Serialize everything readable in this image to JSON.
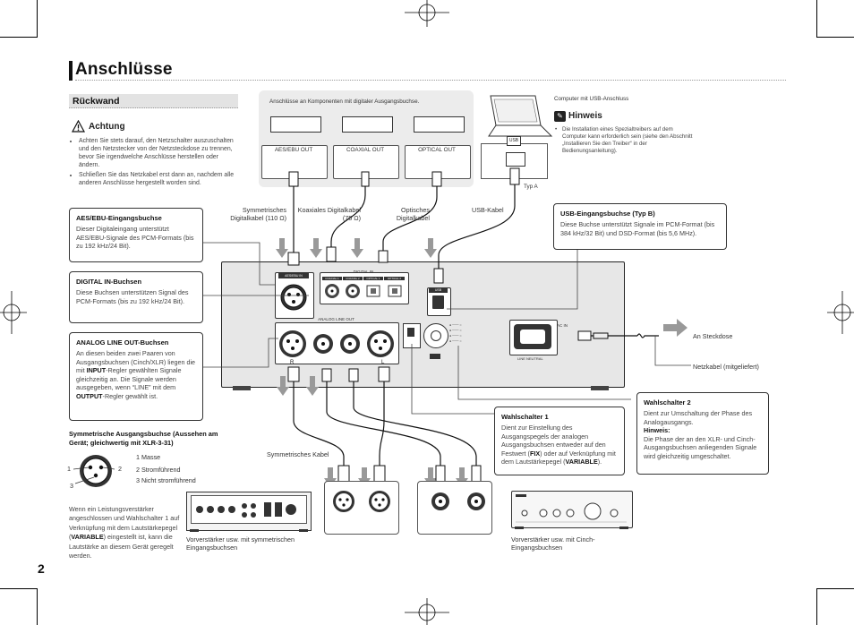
{
  "page": {
    "title": "Anschlüsse",
    "page_number": "2",
    "section": "Rückwand"
  },
  "caution": {
    "title": "Achtung",
    "items": [
      "Achten Sie stets darauf, den Netzschalter auszuschalten und den Netzstecker von der Netzsteckdose zu trennen, bevor Sie irgendwelche Anschlüsse herstellen oder ändern.",
      "Schließen Sie das Netzkabel erst dann an, nachdem alle anderen Anschlüsse hergestellt worden sind."
    ]
  },
  "hint": {
    "title": "Hinweis",
    "items": [
      "Die Installation eines Spezialtreibers auf dem Computer kann erforderlich sein (siehe den Abschnitt „Installieren Sie den Treiber“ in der Bedienungsanleitung)."
    ]
  },
  "top_panel": {
    "caption": "Anschlüsse an Komponenten mit digitaler Ausgangsbuchse.",
    "ports": [
      "AES/EBU OUT",
      "COAXIAL OUT",
      "OPTICAL OUT"
    ]
  },
  "computer": {
    "caption": "Computer mit USB-Anschluss",
    "usb_label": "USB",
    "type_label": "Typ A"
  },
  "cables": {
    "aes": "Symmetrisches Digitalkabel (110 Ω)",
    "coax": "Koaxiales Digitalkabel (75 Ω)",
    "optical": "Optisches Digitalkabel",
    "usb": "USB-Kabel",
    "balanced": "Symmetrisches Kabel",
    "power_outlet": "An Steckdose",
    "power_cord": "Netzkabel (mitgeliefert)"
  },
  "callouts": {
    "aes_ebu": {
      "title": "AES/EBU-Eingangsbuchse",
      "body": "Dieser Digitaleingang unterstützt AES/EBU-Signale des PCM-Formats (bis zu 192 kHz/24 Bit)."
    },
    "digital_in": {
      "title": "DIGITAL IN-Buchsen",
      "body": "Diese Buchsen unterstützen Signal des PCM-Formats (bis zu 192 kHz/24 Bit)."
    },
    "analog_out": {
      "title": "ANALOG LINE OUT-Buchsen",
      "body1": "An diesen beiden zwei Paaren von Ausgangsbuchsen (Cinch/XLR) liegen die mit ",
      "bold1": "INPUT",
      "body2": "-Regler gewählten Signale gleichzeitig an. Die Signale werden ausgegeben, wenn “LINE” mit dem ",
      "bold2": "OUTPUT",
      "body3": "-Regler gewählt ist."
    },
    "usb_in": {
      "title": "USB-Eingangsbuchse (Typ B)",
      "body": "Diese Buchse unterstützt Signale im PCM-Format (bis 384 kHz/32 Bit) und DSD-Format (bis 5,6 MHz)."
    },
    "switch1": {
      "title": "Wahlschalter 1",
      "body1": "Dient zur Einstellung des Ausgangspegels der analogen Ausgangsbuchsen entweder auf den Festwert (",
      "bold1": "FIX",
      "body2": ") oder auf Verknüpfung mit dem Lautstärkepegel (",
      "bold2": "VARIABLE",
      "body3": ")."
    },
    "switch2": {
      "title": "Wahlschalter 2",
      "body": "Dient zur Umschaltung der Phase des Analogausgangs.",
      "note_title": "Hinweis:",
      "note": "Die Phase der an den XLR- und Cinch-Ausgangsbuchsen anliegenden Signale wird gleichzeitig umgeschaltet."
    }
  },
  "xlr": {
    "title": "Symmetrische Ausgangsbuchse (Aussehen am Gerät; gleichwertig mit XLR-3-31)",
    "pins": [
      "1 Masse",
      "2 Stromführend",
      "3 Nicht stromführend"
    ],
    "pin_numbers": [
      "1",
      "2",
      "3"
    ]
  },
  "note_bottom": {
    "text1": "Wenn ein Leistungsverstärker angeschlossen und Wahlschalter 1 auf Verknüpfung mit dem Lautstärkepegel (",
    "bold": "VARIABLE",
    "text2": ") eingestellt ist, kann die Lautstärke an diesem Gerät geregelt werden."
  },
  "amps": {
    "balanced": "Vorverstärker usw. mit symmetrischen Eingangsbuchsen",
    "rca": "Vorverstärker usw. mit Cinch-Eingangsbuchsen"
  },
  "panel_labels": {
    "aes": "AES/EBU IN",
    "digital_in": "DIGITAL IN",
    "coaxial1": "COAXIAL 1",
    "coaxial2": "COAXIAL 2",
    "optical1": "OPTICAL 1",
    "optical2": "OPTICAL 2",
    "usb": "USB",
    "analog": "ANALOG LINE OUT",
    "ac_in": "AC IN",
    "r": "R",
    "l": "L",
    "line_neutral": "LINE   NEUTRAL"
  }
}
